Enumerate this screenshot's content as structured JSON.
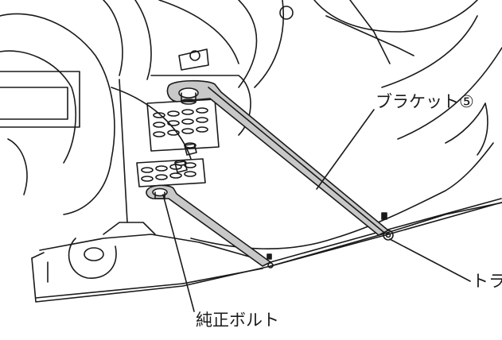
{
  "labels": {
    "bracket": "ブラケット⑤",
    "bolt": "純正ボルト",
    "tra": "トラ"
  },
  "colors": {
    "line": "#1a1a1a",
    "bracket_fill": "#c8c8c8",
    "background": "#ffffff"
  }
}
